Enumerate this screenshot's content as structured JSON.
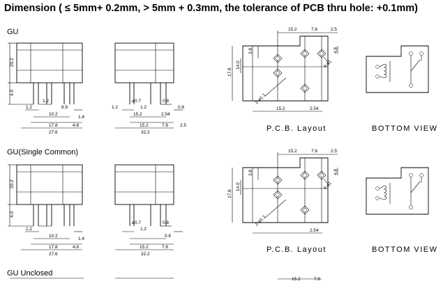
{
  "heading": "Dimension ( ≤ 5mm+ 0.2mm, > 5mm + 0.3mm, the tolerance of PCB thru hole: +0.1mm)",
  "sections": {
    "s1": "GU",
    "s2": "GU(Single Common)",
    "s3": "GU Unclosed"
  },
  "captions": {
    "pcb1": "P.C.B.  Layout",
    "bottom1": "BOTTOM  VIEW",
    "pcb2": "P.C.B.  Layout",
    "bottom2": "BOTTOM  VIEW"
  },
  "dims": {
    "side": {
      "h20_2": "20.2",
      "h4_0": "4.0",
      "w1_2a": "1.2",
      "w1_2b": "1.2",
      "w8_9": "8.9",
      "w10_2": "10.2",
      "w1_4": "1.4",
      "w17_8": "17.8",
      "w4_8": "4.8",
      "w27_6": "27.6"
    },
    "front": {
      "d0_7": "ø0.7",
      "w0_8a": "0.8",
      "w1_2c": "1.2",
      "w1_2d": "1.2",
      "w0_8b": "0.8",
      "w15_2": "15.2",
      "w2_54": "2.54",
      "w15_2b": "15.2",
      "w7_6": "7.6",
      "w2_5": "2.5",
      "w32_2": "32.2"
    },
    "pcb": {
      "t15_2": "15.2",
      "t7_6": "7.6",
      "t2_5": "2.5",
      "h3_8": "3.8",
      "h17_8": "17.8",
      "h14_0": "14.0",
      "h4_8": "4.8",
      "hole1": "2-ø1.1",
      "hole2": "4-ø1",
      "b15_2": "15.2",
      "b2_54": "2.54"
    }
  }
}
